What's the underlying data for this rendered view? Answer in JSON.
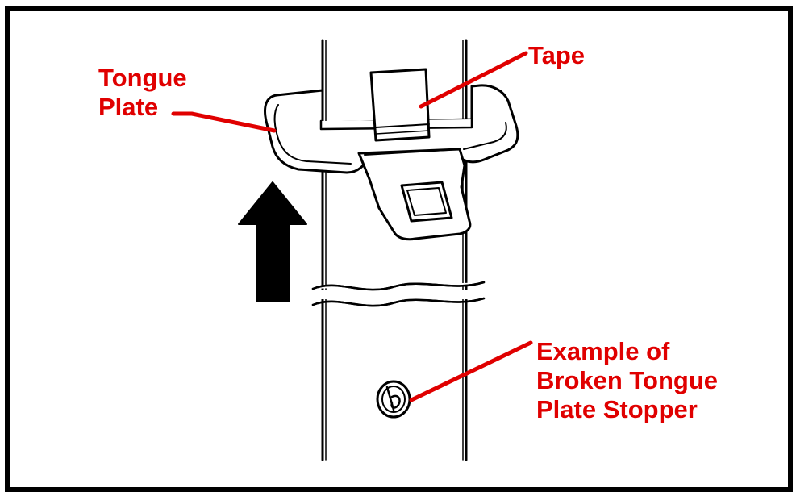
{
  "colors": {
    "label": "#e00000",
    "outline": "#000000",
    "background": "#ffffff"
  },
  "labels": {
    "tongue_plate": [
      "Tongue",
      "Plate"
    ],
    "tape": "Tape",
    "broken_stopper": [
      "Example of",
      "Broken Tongue",
      "Plate Stopper"
    ]
  },
  "icons": {
    "arrow": "up-arrow-icon"
  }
}
